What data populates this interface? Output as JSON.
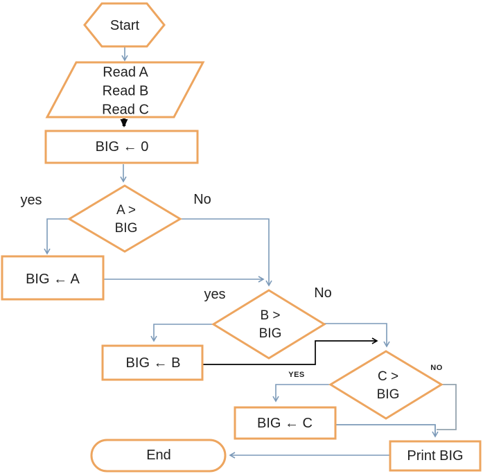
{
  "nodes": {
    "start": {
      "label": "Start"
    },
    "read": {
      "lines": [
        "Read A",
        "Read B",
        "Read C"
      ]
    },
    "init": {
      "label": "BIG ← 0"
    },
    "cond_a": {
      "line1": "A >",
      "line2": "BIG"
    },
    "assign_a": {
      "label": "BIG ← A"
    },
    "cond_b": {
      "line1": "B >",
      "line2": "BIG"
    },
    "assign_b": {
      "label": "BIG ← B"
    },
    "cond_c": {
      "line1": "C >",
      "line2": "BIG"
    },
    "assign_c": {
      "label": "BIG ← C"
    },
    "print": {
      "label": "Print BIG"
    },
    "end": {
      "label": "End"
    }
  },
  "edges": {
    "a_yes": "yes",
    "a_no": "No",
    "b_yes": "yes",
    "b_no": "No",
    "c_yes": "YES",
    "c_no": "NO"
  },
  "colors": {
    "shape_border": "#EDA55F",
    "connector_blue": "#7B99B8",
    "connector_gray": "#93A2AE",
    "connector_black": "#000000",
    "text": "#1F1F1F"
  }
}
